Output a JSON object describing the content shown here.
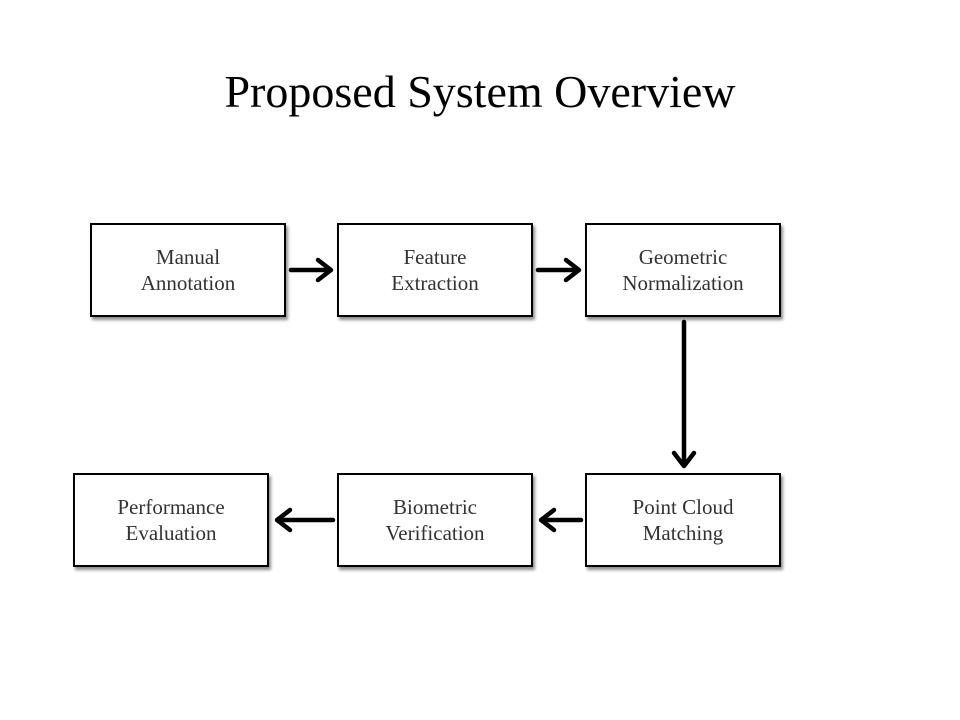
{
  "title": "Proposed System Overview",
  "nodes": [
    {
      "id": "manual-annotation",
      "line1": "Manual",
      "line2": "Annotation"
    },
    {
      "id": "feature-extraction",
      "line1": "Feature",
      "line2": "Extraction"
    },
    {
      "id": "geometric-normalization",
      "line1": "Geometric",
      "line2": "Normalization"
    },
    {
      "id": "point-cloud-matching",
      "line1": "Point Cloud",
      "line2": "Matching"
    },
    {
      "id": "biometric-verification",
      "line1": "Biometric",
      "line2": "Verification"
    },
    {
      "id": "performance-evaluation",
      "line1": "Performance",
      "line2": "Evaluation"
    }
  ],
  "edges": [
    {
      "from": "manual-annotation",
      "to": "feature-extraction"
    },
    {
      "from": "feature-extraction",
      "to": "geometric-normalization"
    },
    {
      "from": "geometric-normalization",
      "to": "point-cloud-matching"
    },
    {
      "from": "point-cloud-matching",
      "to": "biometric-verification"
    },
    {
      "from": "biometric-verification",
      "to": "performance-evaluation"
    }
  ],
  "colors": {
    "box_border": "#000000",
    "box_text": "#333333",
    "arrow": "#000000",
    "background": "#ffffff"
  }
}
